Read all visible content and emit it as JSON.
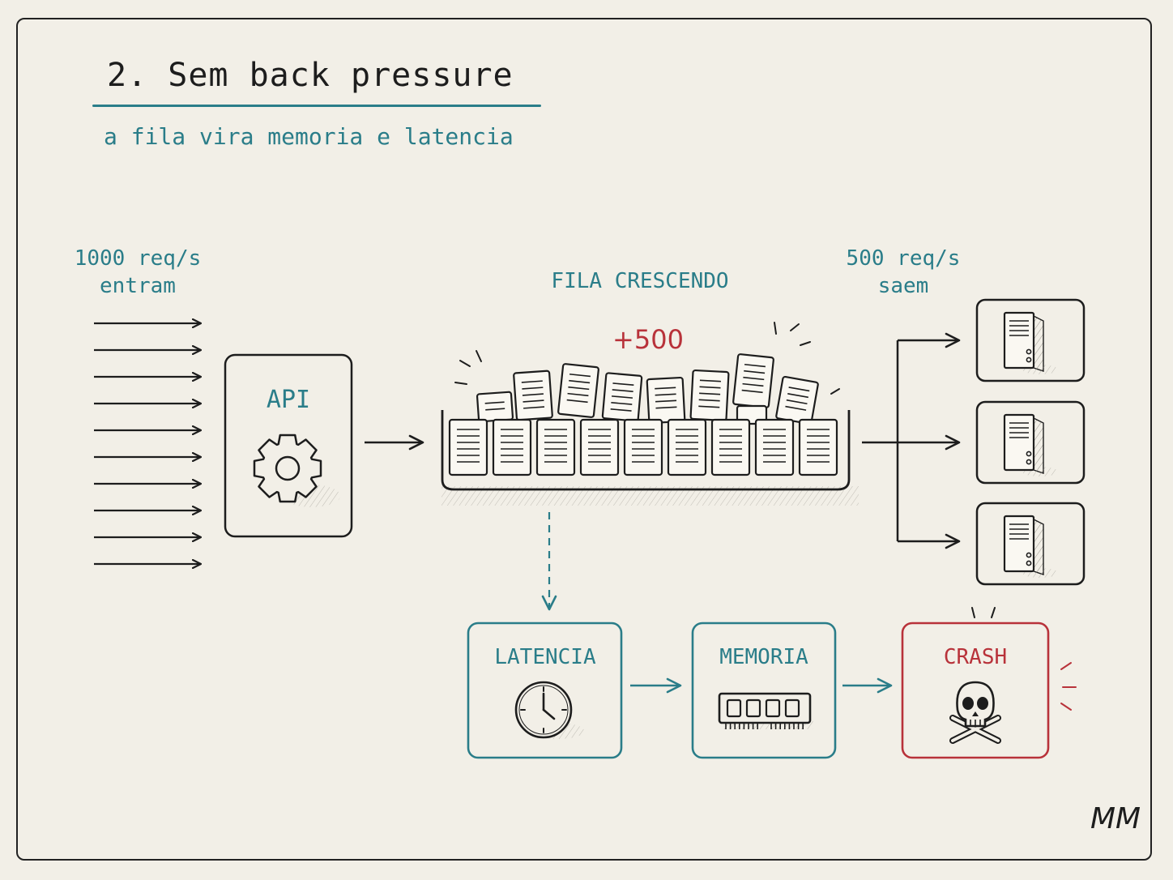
{
  "title": "2. Sem back pressure",
  "subtitle": "a fila vira memoria e latencia",
  "incoming": {
    "line1": "1000 req/s",
    "line2": "entram",
    "arrow_count": 10
  },
  "api": {
    "label": "API",
    "icon": "gear-icon"
  },
  "queue": {
    "label": "FILA CRESCENDO",
    "growth": "+500",
    "icon": "document-icon"
  },
  "outgoing": {
    "line1": "500 req/s",
    "line2": "saem",
    "server_count": 3,
    "icon": "server-icon"
  },
  "consequences": [
    {
      "label": "LATENCIA",
      "icon": "clock-icon",
      "color": "#2a7d89"
    },
    {
      "label": "MEMORIA",
      "icon": "ram-module-icon",
      "color": "#2a7d89"
    },
    {
      "label": "CRASH",
      "icon": "skull-crossbones-icon",
      "color": "#b8323a"
    }
  ],
  "signature": "MM",
  "colors": {
    "teal": "#2a7d89",
    "red": "#b8323a",
    "ink": "#1d1d1d",
    "paper": "#f2efe7"
  }
}
